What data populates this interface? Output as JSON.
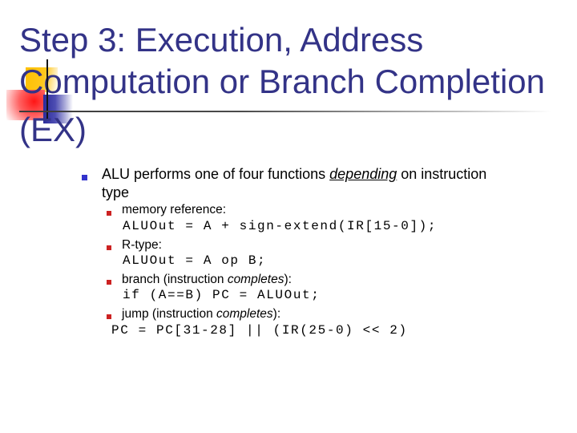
{
  "title": {
    "line1": "Step 3: Execution, Address",
    "line2": "Computation or Branch Completion",
    "line3": "(EX)"
  },
  "bullet": {
    "before": "ALU performs one of four functions ",
    "emphasis": "depending",
    "after": " on instruction",
    "line2": "type"
  },
  "sub_items": [
    {
      "label_pre": "memory reference:",
      "label_em": "",
      "label_post": "",
      "code": "ALUOut = A + sign-extend(IR[15-0]);"
    },
    {
      "label_pre": "R-type:",
      "label_em": "",
      "label_post": "",
      "code": "ALUOut = A op B;"
    },
    {
      "label_pre": "branch (instruction ",
      "label_em": "completes",
      "label_post": "):",
      "code": "if (A==B) PC = ALUOut;"
    },
    {
      "label_pre": "jump (instruction ",
      "label_em": "completes",
      "label_post": "):",
      "code": "PC = PC[31-28] || (IR(25-0) << 2)"
    }
  ],
  "colors": {
    "title_text": "#333387",
    "body_text": "#000000",
    "level1_bullet": "#3333cc",
    "level2_bullet": "#cc2222",
    "accent_yellow": "#ffc000",
    "accent_red": "#ff1515",
    "accent_blue": "#2b2b9b",
    "rule_gray": "#4a4a4a"
  }
}
